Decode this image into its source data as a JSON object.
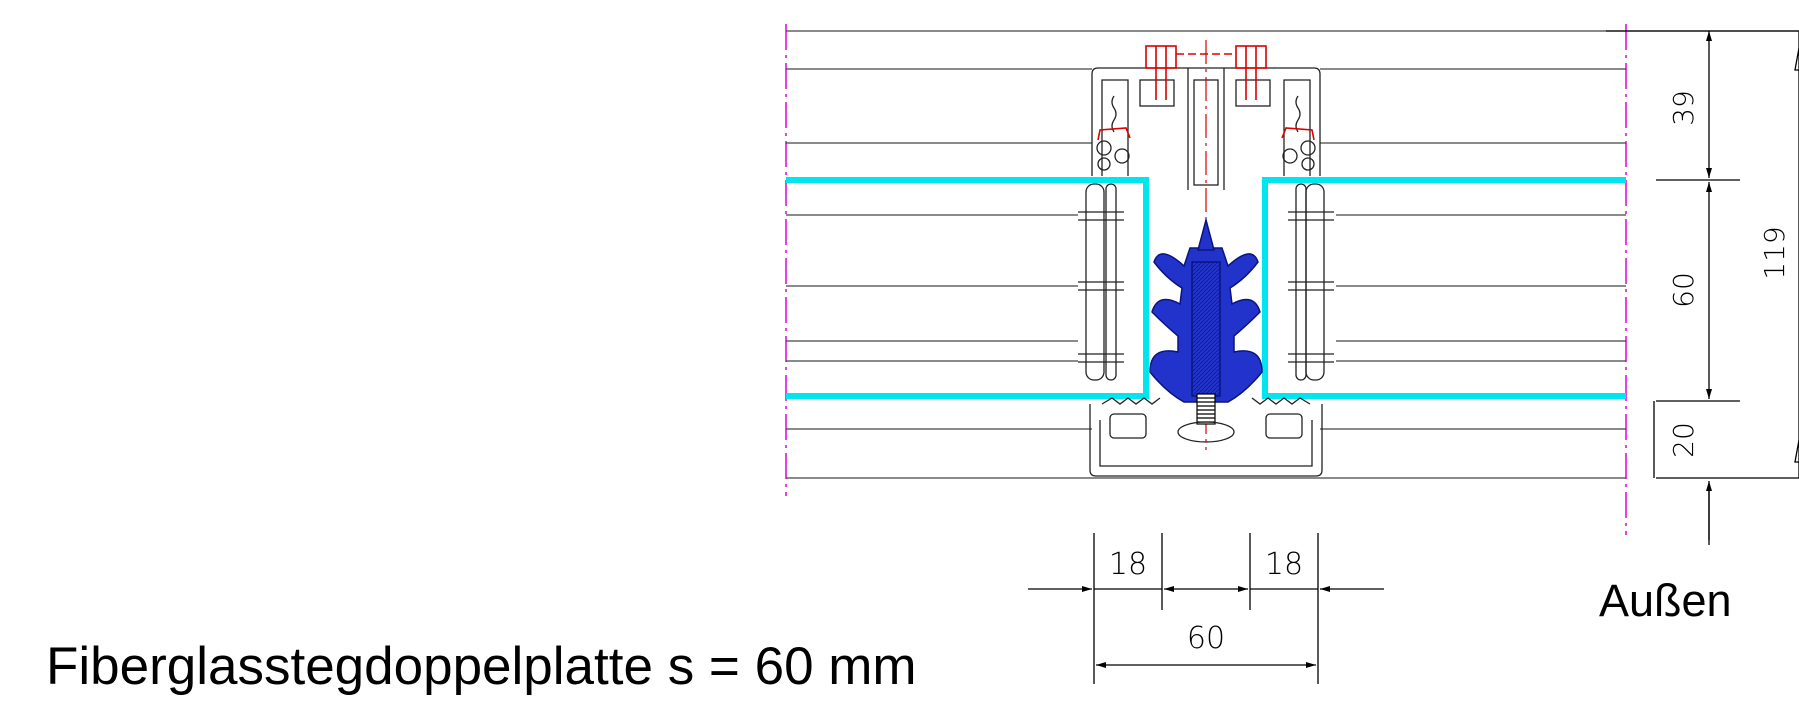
{
  "title": "Fiberglasstegdoppelplatte s = 60 mm",
  "side_label": "Außen",
  "dimensions": {
    "vertical": {
      "top": "39",
      "middle": "60",
      "bottom": "20",
      "total": "119"
    },
    "horizontal": {
      "left": "18",
      "right": "18",
      "total": "60"
    }
  },
  "colors": {
    "panel_outline": "#00e5ee",
    "gasket": "#2233cc",
    "bolts": "#dd0000",
    "centerlines": "#dd00dd",
    "lines": "#000000"
  }
}
